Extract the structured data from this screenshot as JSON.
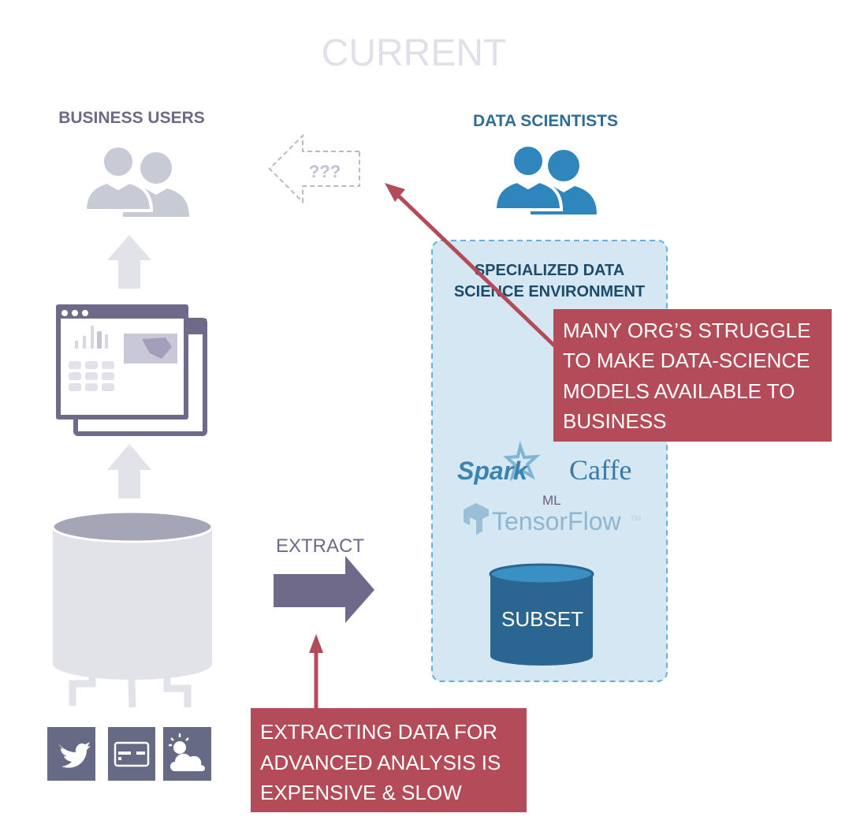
{
  "title": "CURRENT",
  "business_users": {
    "label": "BUSINESS USERS",
    "icon": "users-icon"
  },
  "data_scientists": {
    "label": "DATA SCIENTISTS",
    "icon": "users-icon"
  },
  "unknown_arrow": {
    "label": "???"
  },
  "environment": {
    "title_line1": "SPECIALIZED DATA",
    "title_line2": "SCIENCE ENVIRONMENT",
    "logos": {
      "spark": "Spark",
      "caffe": "Caffe",
      "tensorflow": "TensorFlow",
      "tensorflow_tm": "TM",
      "ml": "ML"
    },
    "subset_label": "SUBSET"
  },
  "extract": {
    "label": "EXTRACT"
  },
  "callouts": {
    "top": [
      "MANY ORG’S STRUGGLE",
      "TO MAKE DATA-SCIENCE",
      "MODELS AVAILABLE TO",
      "BUSINESS"
    ],
    "bottom": [
      "EXTRACTING DATA FOR",
      "ADVANCED ANALYSIS IS",
      "EXPENSIVE & SLOW"
    ]
  },
  "sources": [
    "twitter-icon",
    "credit-card-icon",
    "weather-icon"
  ],
  "colors": {
    "callout": "#b34c58",
    "env_fill": "#d4e7f3",
    "blue": "#2f86bd",
    "purple": "#706a8a",
    "gray": "#e2e3e9"
  }
}
